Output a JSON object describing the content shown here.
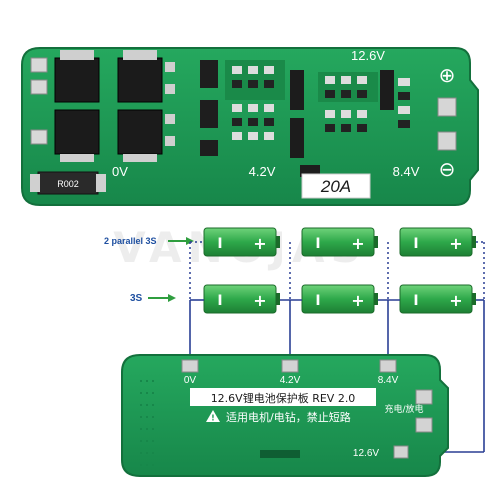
{
  "top_board": {
    "label_12v": "12.6V",
    "label_0v": "0V",
    "label_42v": "4.2V",
    "label_84v": "8.4V",
    "label_20a": "20A",
    "label_r002": "R002",
    "plus_symbol": "⊕",
    "minus_symbol": "⊖"
  },
  "wiring": {
    "label_parallel": "2 parallel 3S",
    "label_3s": "3S",
    "watermark": "VANOJAS",
    "cell_plus": "+",
    "cell_minus": "I"
  },
  "bottom_board": {
    "label_0v": "0V",
    "label_42v": "4.2V",
    "label_84v": "8.4V",
    "label_12v": "12.6V",
    "title": "12.6V锂电池保护板 REV 2.0",
    "warning": "适用电机/电钻，禁止短路",
    "charge_label": "充电/放电"
  },
  "colors": {
    "pcb_green": "#1f9a55",
    "pcb_dark": "#167a42",
    "cell_green": "#2ea84a",
    "wire_blue": "#2a3f94",
    "arrow_green": "#2f9e3f",
    "label_blue": "#1e4fa0"
  }
}
